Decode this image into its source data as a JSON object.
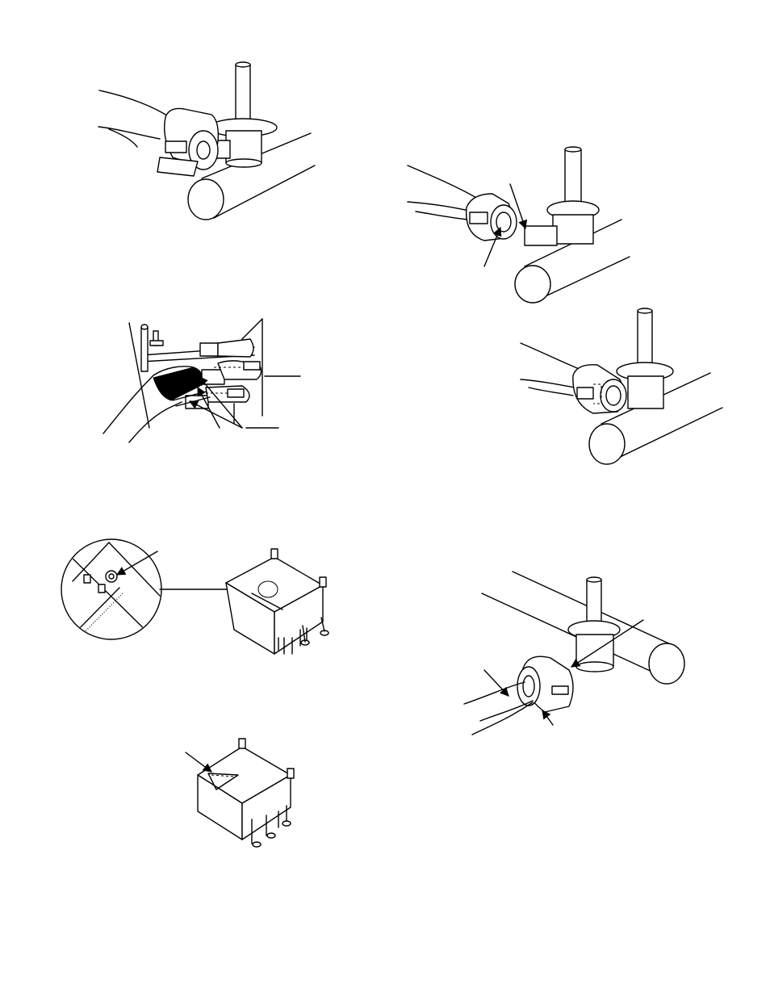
{
  "document": {
    "type": "illustration-page",
    "background": "#ffffff",
    "line_color": "#000000"
  },
  "figures": [
    {
      "id": "fig-1",
      "name": "tube-shield-removal",
      "depicts": "hand-holding-perforated-shield-at-burner-tube"
    },
    {
      "id": "fig-2",
      "name": "venturi-tube-alignment",
      "depicts": "tube-end-positioned-over-orifice-with-two-callouts"
    },
    {
      "id": "fig-3",
      "name": "burner-assembly-hand-inspection",
      "depicts": "hand-reaching-into-valve-and-orifice-assembly"
    },
    {
      "id": "fig-4",
      "name": "tube-seated-on-orifice",
      "depicts": "tube-installed-over-valve-orifice"
    },
    {
      "id": "fig-5",
      "name": "burner-box-detail",
      "depicts": "magnified-circle-detail-of-burner-box-corner"
    },
    {
      "id": "fig-6",
      "name": "tube-shield-installed",
      "depicts": "perforated-shield-on-tube-with-three-callouts"
    },
    {
      "id": "fig-7",
      "name": "burner-box-inner-view",
      "depicts": "burner-box-with-single-callout"
    }
  ]
}
